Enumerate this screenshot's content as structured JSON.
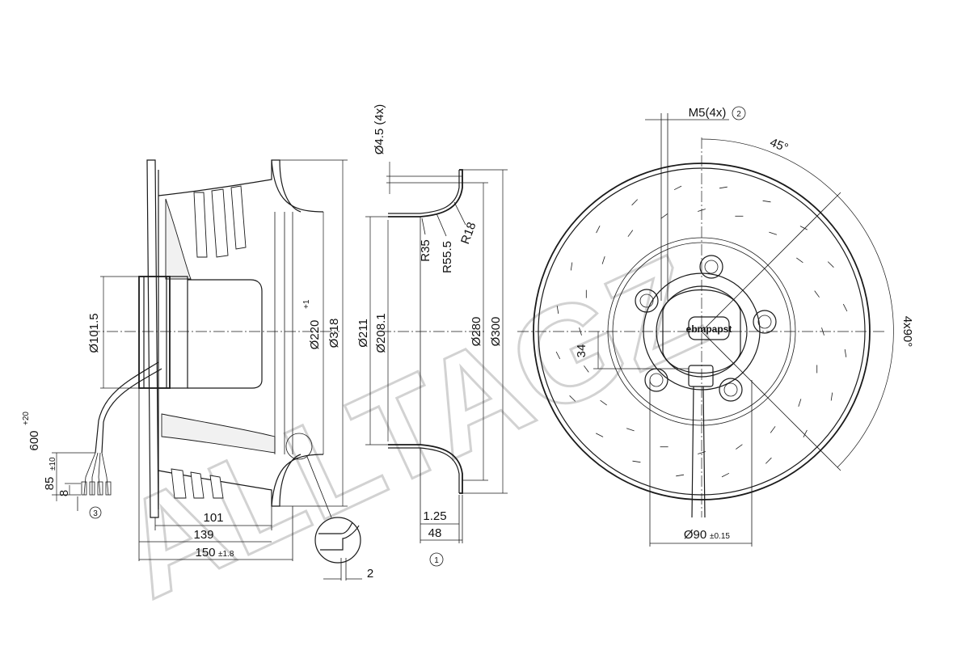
{
  "drawing": {
    "side_view": {
      "dim_diameter_inlet": "Ø101.5",
      "dim_diameter_220": "Ø220",
      "dim_diameter_220_tol": "+1",
      "dim_diameter_318": "Ø318",
      "dim_cable_length": "600",
      "dim_cable_length_tol": "+20",
      "dim_strip_length": "85",
      "dim_strip_length_tol": "±10",
      "dim_wire_end": "8",
      "dim_length_101": "101",
      "dim_length_139": "139",
      "dim_length_150": "150",
      "dim_length_150_tol": "±1.8",
      "dim_gap": "2",
      "callout_cable": "3"
    },
    "inlet_ring": {
      "dim_holes": "Ø4.5 (4x)",
      "dim_r35": "R35",
      "dim_r55": "R55.5",
      "dim_r18": "R18",
      "dim_diameter_211": "Ø211",
      "dim_diameter_208": "Ø208.1",
      "dim_diameter_280": "Ø280",
      "dim_diameter_300": "Ø300",
      "dim_thickness": "1.25",
      "dim_depth": "48",
      "callout_ring": "1"
    },
    "front_view": {
      "dim_threads": "M5(4x)",
      "callout_threads": "2",
      "dim_angle_45": "45°",
      "dim_angle_4x90": "4x90°",
      "dim_offset_34": "34",
      "dim_bolt_circle": "Ø90",
      "dim_bolt_circle_tol": "±0.15",
      "logo": "ebmpapst"
    },
    "watermark": "ALLTAGZ"
  }
}
